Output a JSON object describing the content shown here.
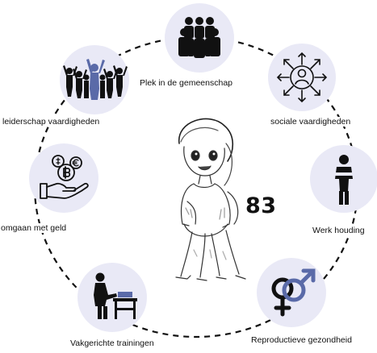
{
  "center": {
    "score": "83",
    "character_icon": "sketch-girl-character"
  },
  "nodes": [
    {
      "key": "community",
      "label": "Plek in de gemeenschap",
      "icon": "group-of-people-icon"
    },
    {
      "key": "social",
      "label": "sociale vaardigheden",
      "icon": "person-network-icon"
    },
    {
      "key": "work",
      "label": "Werk houding",
      "icon": "standing-person-icon"
    },
    {
      "key": "reproductive",
      "label": "Reproductieve gezondheid",
      "icon": "gender-symbols-icon"
    },
    {
      "key": "vocational",
      "label": "Vakgerichte trainingen",
      "icon": "worker-at-bench-icon"
    },
    {
      "key": "money",
      "label": "omgaan met geld",
      "icon": "hand-with-coins-icon"
    },
    {
      "key": "leadership",
      "label": "leiderschap vaardigheden",
      "icon": "cheering-crowd-icon"
    }
  ],
  "colors": {
    "node_fill": "#e9e9f6",
    "icon_dark": "#111111",
    "icon_accent": "#5a6aa8",
    "ring": "#111111"
  }
}
